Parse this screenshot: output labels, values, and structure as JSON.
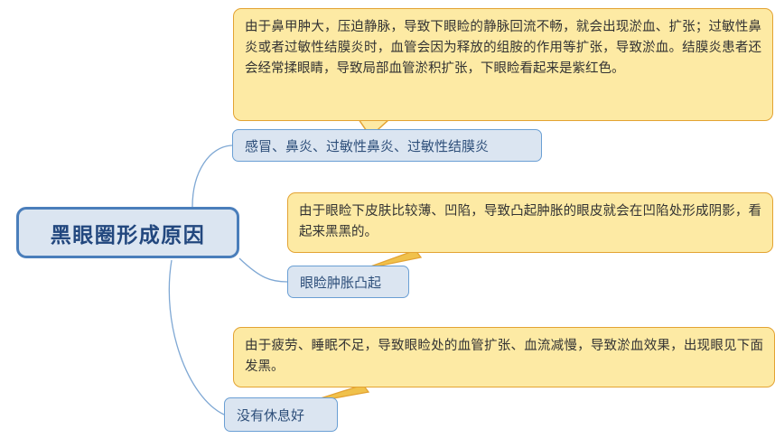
{
  "diagram": {
    "type": "mind-map",
    "root": {
      "label": "黑眼圈形成原因"
    },
    "colors": {
      "root_border": "#4a7ebb",
      "root_fill": "#dbe5f1",
      "root_text": "#22477e",
      "label_border": "#6a9fd4",
      "label_fill": "#dbe5f1",
      "label_text": "#2e4f7a",
      "note_border": "#e3a333",
      "note_fill": "#fdeaa4",
      "note_text": "#333333",
      "connector": "#7fa8d4",
      "background": "#ffffff"
    },
    "branches": [
      {
        "label": "感冒、鼻炎、过敏性鼻炎、过敏性结膜炎",
        "note": "由于鼻甲肿大，压迫静脉，导致下眼睑的静脉回流不畅，就会出现淤血、扩张；过敏性鼻炎或者过敏性结膜炎时，血管会因为释放的组胺的作用等扩张，导致淤血。结膜炎患者还会经常揉眼睛，导致局部血管淤积扩张，下眼睑看起来是紫红色。"
      },
      {
        "label": "眼睑肿胀凸起",
        "note": "由于眼睑下皮肤比较薄、凹陷，导致凸起肿胀的眼皮就会在凹陷处形成阴影，看起来黑黑的。"
      },
      {
        "label": "没有休息好",
        "note": "由于疲劳、睡眠不足，导致眼睑处的血管扩张、血流减慢，导致淤血效果，出现眼见下面发黑。"
      }
    ]
  }
}
